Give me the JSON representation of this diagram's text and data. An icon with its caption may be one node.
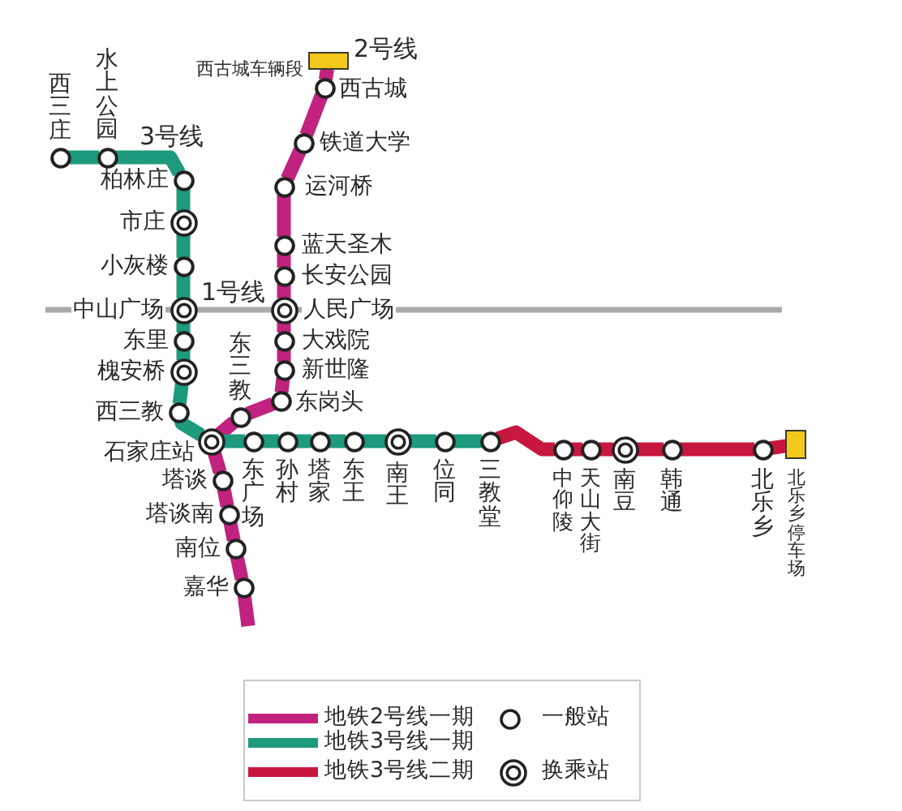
{
  "diagram": {
    "nodes": [
      {
        "text": [],
        "shape": "box",
        "beside": [
          "西古城车辆段"
        ]
      },
      {
        "text": [],
        "shape": "circle",
        "beside": [
          "西古城"
        ]
      },
      {
        "text": [],
        "shape": "circle",
        "beside": [
          "铁道大学"
        ]
      },
      {
        "text": [],
        "shape": "circle",
        "beside": [
          "运河桥"
        ]
      },
      {
        "text": [],
        "shape": "circle",
        "beside": [
          "蓝天圣木"
        ]
      },
      {
        "text": [],
        "shape": "circle",
        "beside": [
          "长安公园"
        ]
      },
      {
        "text": [],
        "shape": "double-circle",
        "beside": [
          "人民广场"
        ]
      },
      {
        "text": [],
        "shape": "circle",
        "beside": [
          "大戏院"
        ]
      },
      {
        "text": [],
        "shape": "circle",
        "beside": [
          "新世隆"
        ]
      },
      {
        "text": [],
        "shape": "circle",
        "beside": [
          "东岗头"
        ]
      },
      {
        "text": [],
        "shape": "circle",
        "beside": [
          "东三教"
        ]
      },
      {
        "text": [],
        "shape": "double-circle",
        "beside": [
          "石家庄站"
        ]
      },
      {
        "text": [],
        "shape": "circle",
        "beside": [
          "塔谈"
        ]
      },
      {
        "text": [],
        "shape": "circle",
        "beside": [
          "塔谈南"
        ]
      },
      {
        "text": [],
        "shape": "circle",
        "beside": [
          "南位"
        ]
      },
      {
        "text": [],
        "shape": "circle",
        "beside": [
          "嘉华"
        ]
      },
      {
        "text": [],
        "shape": "circle",
        "beside": [
          "西三庄"
        ]
      },
      {
        "text": [],
        "shape": "circle",
        "beside": [
          "水上公园"
        ]
      },
      {
        "text": [],
        "shape": "circle",
        "beside": [
          "柏林庄"
        ]
      },
      {
        "text": [],
        "shape": "double-circle",
        "beside": [
          "市庄"
        ]
      },
      {
        "text": [],
        "shape": "circle",
        "beside": [
          "小灰楼"
        ]
      },
      {
        "text": [],
        "shape": "double-circle",
        "beside": [
          "中山广场"
        ]
      },
      {
        "text": [],
        "shape": "circle",
        "beside": [
          "东里"
        ]
      },
      {
        "text": [],
        "shape": "double-circle",
        "beside": [
          "槐安桥"
        ]
      },
      {
        "text": [],
        "shape": "circle",
        "beside": [
          "西三教"
        ]
      },
      {
        "text": [],
        "shape": "circle",
        "beside": [
          "东广场"
        ]
      },
      {
        "text": [],
        "shape": "circle",
        "beside": [
          "孙村"
        ]
      },
      {
        "text": [],
        "shape": "circle",
        "beside": [
          "塔家"
        ]
      },
      {
        "text": [],
        "shape": "circle",
        "beside": [
          "东王"
        ]
      },
      {
        "text": [],
        "shape": "double-circle",
        "beside": [
          "南王"
        ]
      },
      {
        "text": [],
        "shape": "circle",
        "beside": [
          "位同"
        ]
      },
      {
        "text": [],
        "shape": "circle",
        "beside": [
          "三教堂"
        ]
      },
      {
        "text": [],
        "shape": "circle",
        "beside": [
          "中仰陵"
        ]
      },
      {
        "text": [],
        "shape": "circle",
        "beside": [
          "天山大街"
        ]
      },
      {
        "text": [],
        "shape": "double-circle",
        "beside": [
          "南豆"
        ]
      },
      {
        "text": [],
        "shape": "circle",
        "beside": [
          "韩通"
        ]
      },
      {
        "text": [],
        "shape": "circle",
        "beside": [
          "北乐乡"
        ]
      },
      {
        "text": [],
        "shape": "box",
        "beside": [
          "北乐乡停车场"
        ]
      }
    ],
    "edges": [
      {
        "from": 0,
        "to": 1,
        "arrow": "none",
        "color": "#c2227f"
      },
      {
        "from": 1,
        "to": 2,
        "arrow": "none",
        "color": "#c2227f"
      },
      {
        "from": 2,
        "to": 3,
        "arrow": "none",
        "color": "#c2227f"
      },
      {
        "from": 3,
        "to": 4,
        "arrow": "none",
        "color": "#c2227f"
      },
      {
        "from": 4,
        "to": 5,
        "arrow": "none",
        "color": "#c2227f"
      },
      {
        "from": 5,
        "to": 6,
        "arrow": "none",
        "color": "#c2227f"
      },
      {
        "from": 6,
        "to": 7,
        "arrow": "none",
        "color": "#c2227f"
      },
      {
        "from": 7,
        "to": 8,
        "arrow": "none",
        "color": "#c2227f"
      },
      {
        "from": 8,
        "to": 9,
        "arrow": "none",
        "color": "#c2227f"
      },
      {
        "from": 9,
        "to": 10,
        "arrow": "none",
        "color": "#c2227f"
      },
      {
        "from": 10,
        "to": 11,
        "arrow": "none",
        "color": "#c2227f"
      },
      {
        "from": 11,
        "to": 12,
        "arrow": "none",
        "color": "#c2227f"
      },
      {
        "from": 12,
        "to": 13,
        "arrow": "none",
        "color": "#c2227f"
      },
      {
        "from": 13,
        "to": 14,
        "arrow": "none",
        "color": "#c2227f"
      },
      {
        "from": 14,
        "to": 15,
        "arrow": "none",
        "color": "#c2227f"
      },
      {
        "from": 15,
        "to": null,
        "arrow": "none",
        "color": "#c2227f"
      },
      {
        "from": 16,
        "to": 17,
        "arrow": "none",
        "color": "#1e9a7c"
      },
      {
        "from": 17,
        "to": 18,
        "arrow": "none",
        "color": "#1e9a7c"
      },
      {
        "from": 18,
        "to": 19,
        "arrow": "none",
        "color": "#1e9a7c"
      },
      {
        "from": 19,
        "to": 20,
        "arrow": "none",
        "color": "#1e9a7c"
      },
      {
        "from": 20,
        "to": 21,
        "arrow": "none",
        "color": "#1e9a7c"
      },
      {
        "from": 21,
        "to": 22,
        "arrow": "none",
        "color": "#1e9a7c"
      },
      {
        "from": 22,
        "to": 23,
        "arrow": "none",
        "color": "#1e9a7c"
      },
      {
        "from": 23,
        "to": 24,
        "arrow": "none",
        "color": "#1e9a7c"
      },
      {
        "from": 24,
        "to": 11,
        "arrow": "none",
        "color": "#1e9a7c"
      },
      {
        "from": 11,
        "to": 25,
        "arrow": "none",
        "color": "#1e9a7c"
      },
      {
        "from": 25,
        "to": 26,
        "arrow": "none",
        "color": "#1e9a7c"
      },
      {
        "from": 26,
        "to": 27,
        "arrow": "none",
        "color": "#1e9a7c"
      },
      {
        "from": 27,
        "to": 28,
        "arrow": "none",
        "color": "#1e9a7c"
      },
      {
        "from": 28,
        "to": 29,
        "arrow": "none",
        "color": "#1e9a7c"
      },
      {
        "from": 29,
        "to": 30,
        "arrow": "none",
        "color": "#1e9a7c"
      },
      {
        "from": 30,
        "to": 31,
        "arrow": "none",
        "color": "#1e9a7c"
      },
      {
        "from": 31,
        "to": 32,
        "arrow": "none",
        "color": "#c8173f"
      },
      {
        "from": 32,
        "to": 33,
        "arrow": "none",
        "color": "#c8173f"
      },
      {
        "from": 33,
        "to": 34,
        "arrow": "none",
        "color": "#c8173f"
      },
      {
        "from": 34,
        "to": 35,
        "arrow": "none",
        "color": "#c8173f"
      },
      {
        "from": 35,
        "to": 36,
        "arrow": "none",
        "color": "#c8173f"
      },
      {
        "from": 36,
        "to": 37,
        "arrow": "none",
        "color": "#c8173f"
      },
      {
        "from": null,
        "to": 21,
        "arrow": "none",
        "color": "#aaaaaa"
      },
      {
        "from": 21,
        "to": 6,
        "arrow": "none",
        "color": "#aaaaaa"
      },
      {
        "from": 6,
        "to": null,
        "arrow": "none",
        "color": "#aaaaaa"
      }
    ],
    "labels": [
      "2号线",
      "3号线",
      "1号线"
    ],
    "legend": [
      {
        "text": "地铁2号线一期",
        "color": "#c2227f"
      },
      {
        "text": "一般站"
      },
      {
        "text": "地铁3号线一期",
        "color": "#1e9a7c"
      },
      {
        "text": "地铁3号线二期",
        "color": "#c8173f"
      },
      {
        "text": "换乘站"
      }
    ]
  }
}
